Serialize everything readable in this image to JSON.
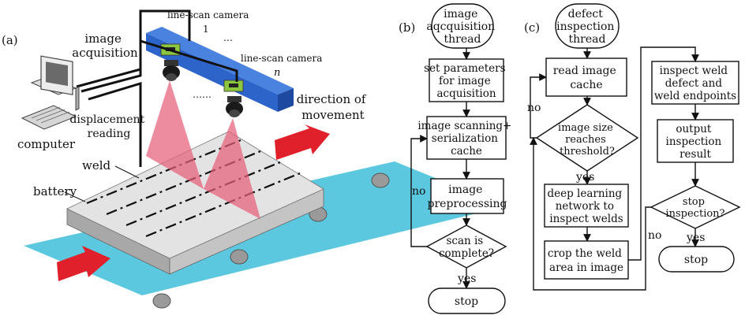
{
  "panel_a": {
    "label": "(a)",
    "camera_1_label": "line-scan camera",
    "camera_1_index": "1",
    "camera_dots": "…",
    "camera_n_label": "line-scan camera",
    "camera_n_index": "n",
    "camera_dots_mid": "……",
    "image_acquisition": [
      "image",
      "acquisition"
    ],
    "displacement_reading": [
      "displacement",
      "reading"
    ],
    "computer": "computer",
    "direction_of_movement": [
      "direction of",
      "movement"
    ],
    "weld": "weld",
    "battery": "battery",
    "colors": {
      "conveyor": "#5bc8e0",
      "camera_bar": "#2c64c9",
      "camera_body": "#8cc63f",
      "beam": "#e8607a",
      "arrow": "#e0202a",
      "battery_top": "#e3e3e3",
      "battery_side": "#b9b9b9"
    }
  },
  "panel_b": {
    "label": "(b)",
    "start": [
      "image",
      "aqcquisition",
      "thread"
    ],
    "step_1": [
      "set parameters",
      "for image",
      "acquisition"
    ],
    "step_2": [
      "image scanning+",
      "serialization",
      "cache"
    ],
    "step_3": [
      "image",
      "preprocessing"
    ],
    "decision": [
      "scan is",
      "complete?"
    ],
    "no_label": "no",
    "yes_label": "yes",
    "end": "stop"
  },
  "panel_c": {
    "label": "(c)",
    "start": [
      "defect",
      "inspection",
      "thread"
    ],
    "step_1": [
      "read image",
      "cache"
    ],
    "decision_1": [
      "image size",
      "reaches",
      "threshold?"
    ],
    "yes_label_1": "yes",
    "no_label_1": "no",
    "step_2": [
      "deep learning",
      "network to",
      "inspect welds"
    ],
    "step_3": [
      "crop the weld",
      "area in image"
    ],
    "step_4": [
      "inspect weld",
      "defect and",
      "weld endpoints"
    ],
    "step_5": [
      "output",
      "inspection",
      "result"
    ],
    "decision_2": [
      "stop",
      "inspection?"
    ],
    "yes_label_2": "yes",
    "no_label_2": "no",
    "end": "stop"
  }
}
